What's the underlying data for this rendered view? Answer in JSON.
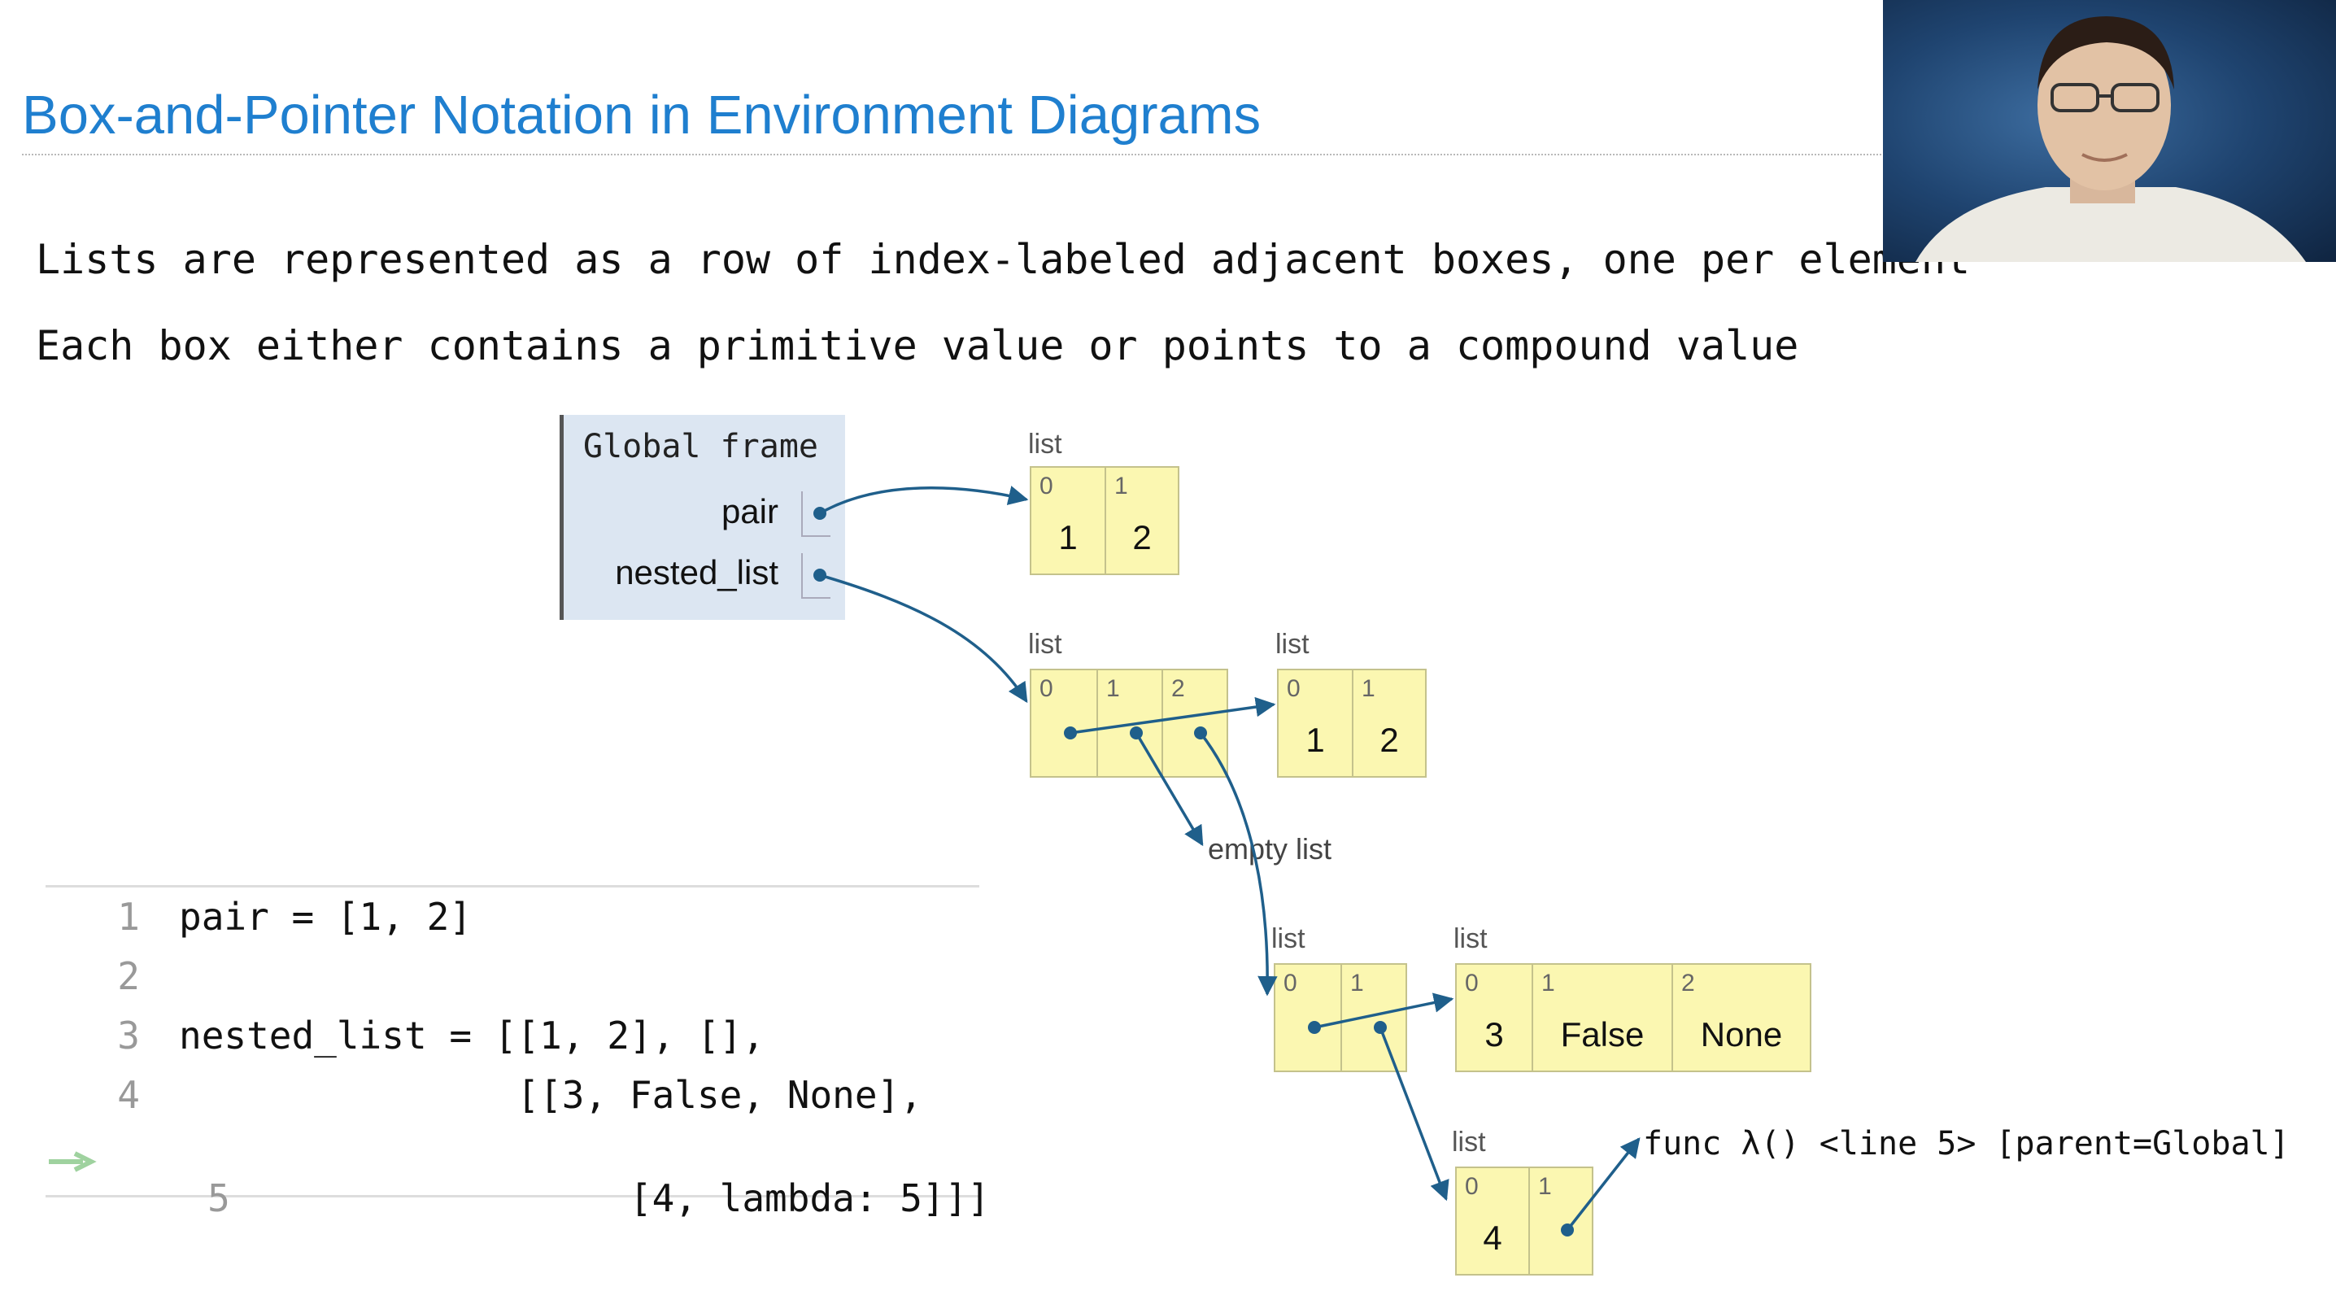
{
  "slide": {
    "title": "Box-and-Pointer Notation in Environment Diagrams",
    "bullets": [
      "Lists are represented as a row of index-labeled adjacent boxes, one per element",
      "Each box either contains a primitive value or points to a compound value"
    ]
  },
  "frame": {
    "title": "Global frame",
    "vars": [
      "pair",
      "nested_list"
    ]
  },
  "lists": {
    "label": "list",
    "pair_list": {
      "indices": [
        "0",
        "1"
      ],
      "values": [
        "1",
        "2"
      ]
    },
    "outer_list": {
      "indices": [
        "0",
        "1",
        "2"
      ]
    },
    "inner_pair": {
      "indices": [
        "0",
        "1"
      ],
      "values": [
        "1",
        "2"
      ]
    },
    "sub_list": {
      "indices": [
        "0",
        "1"
      ]
    },
    "triple": {
      "indices": [
        "0",
        "1",
        "2"
      ],
      "values": [
        "3",
        "False",
        "None"
      ]
    },
    "last_list": {
      "indices": [
        "0",
        "1"
      ],
      "values": [
        "4"
      ]
    }
  },
  "empty_list_label": "empty list",
  "func_label": "func λ() <line 5> [parent=Global]",
  "code": {
    "line_numbers": [
      "1",
      "2",
      "3",
      "4",
      "5"
    ],
    "lines": [
      "pair = [1, 2]",
      "",
      "nested_list = [[1, 2], [],",
      "               [[3, False, None],",
      "                [4, lambda: 5]]]"
    ],
    "current_line": "5"
  },
  "colors": {
    "title": "#1f7fcf",
    "frame_bg": "#dce6f2",
    "box_bg": "#fbf7b1",
    "pointer": "#1f5f8b",
    "current_line_arrow": "#9fd29f"
  }
}
